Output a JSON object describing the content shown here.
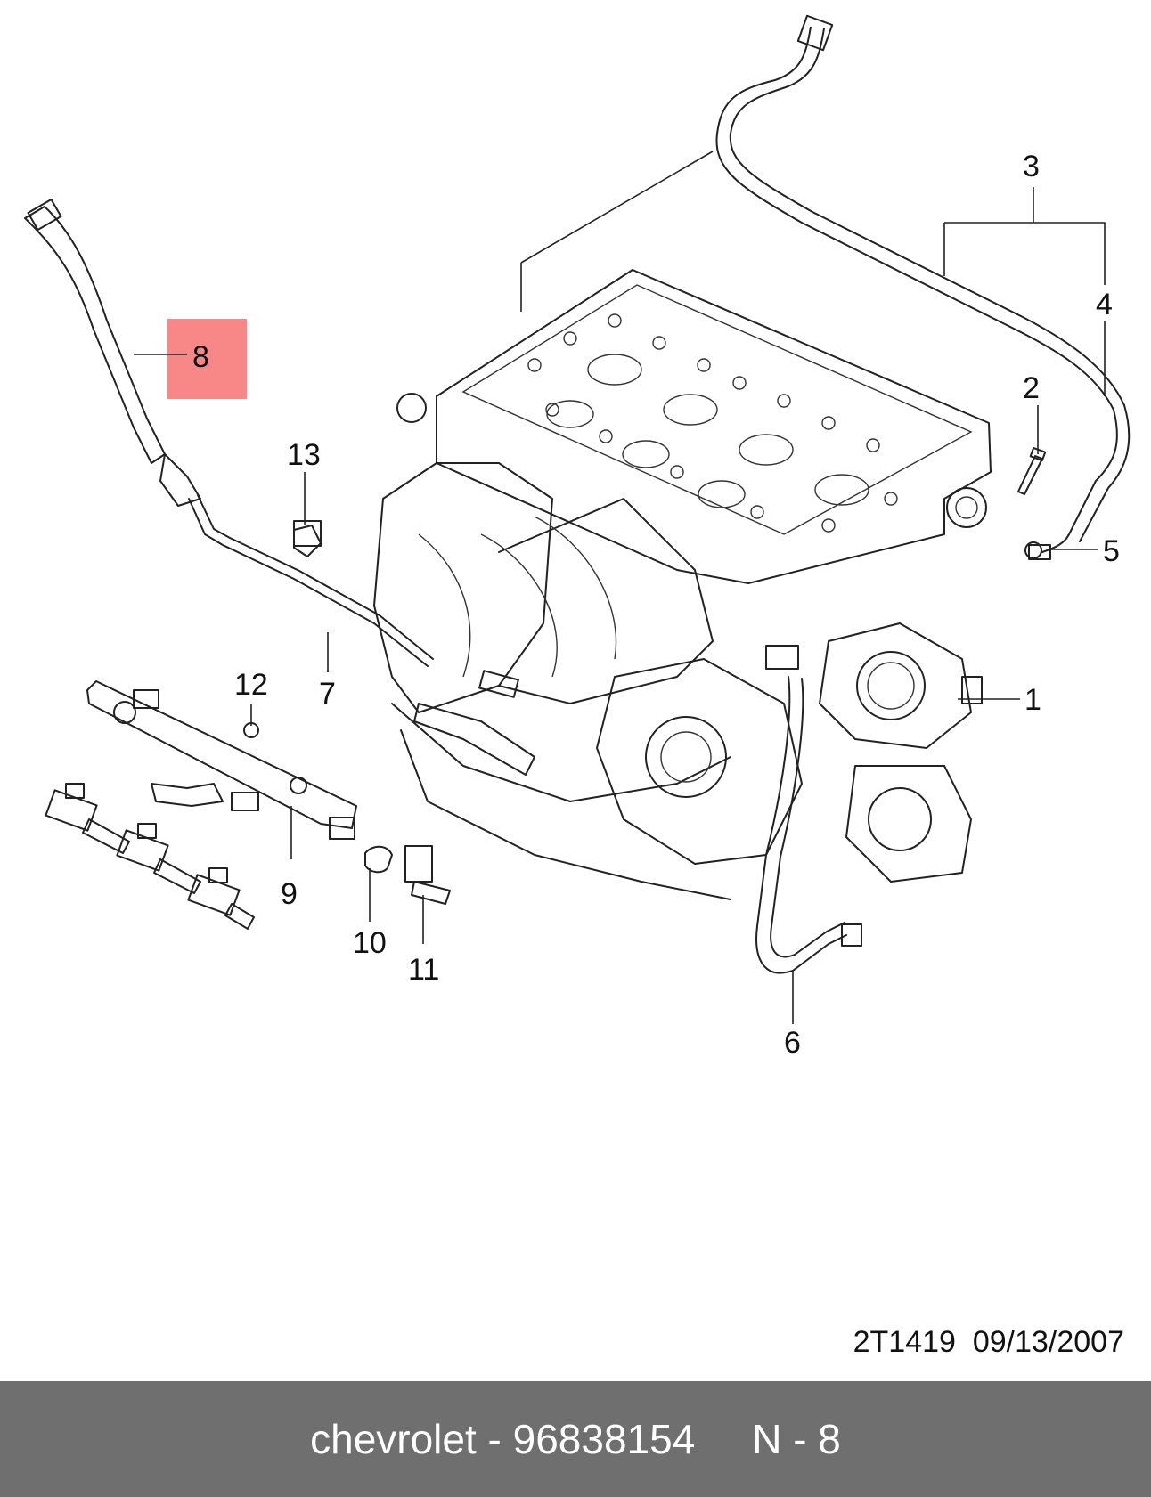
{
  "callouts": [
    "1",
    "2",
    "3",
    "4",
    "5",
    "6",
    "7",
    "8",
    "9",
    "10",
    "11",
    "12",
    "13"
  ],
  "highlighted_callout": "8",
  "highlight_color": "#f88888",
  "reference": "2T1419  09/13/2007",
  "footer": {
    "text": "chevrolet - 96838154     N - 8",
    "background": "#6f6f6f",
    "color": "#ffffff"
  }
}
